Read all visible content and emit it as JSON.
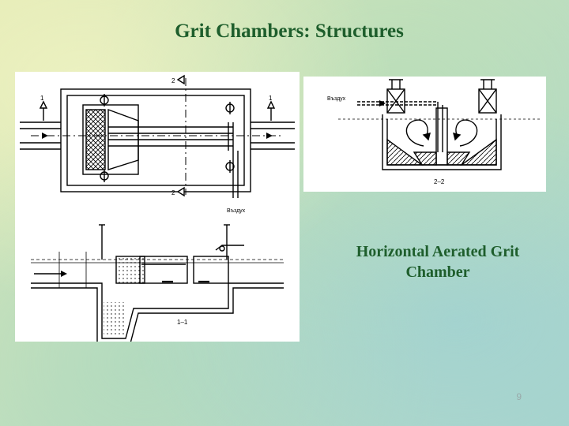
{
  "slide": {
    "title": "Grit Chambers: Structures",
    "caption_line1": "Horizontal Aerated Grit",
    "caption_line2": "Chamber",
    "page_number": "9"
  },
  "plan_view": {
    "section_mark_1": "1",
    "section_mark_2": "2",
    "air_label": "Въздух"
  },
  "section_1_1": {
    "label": "1–1"
  },
  "section_2_2": {
    "air_label": "Въздух",
    "label": "2–2"
  }
}
